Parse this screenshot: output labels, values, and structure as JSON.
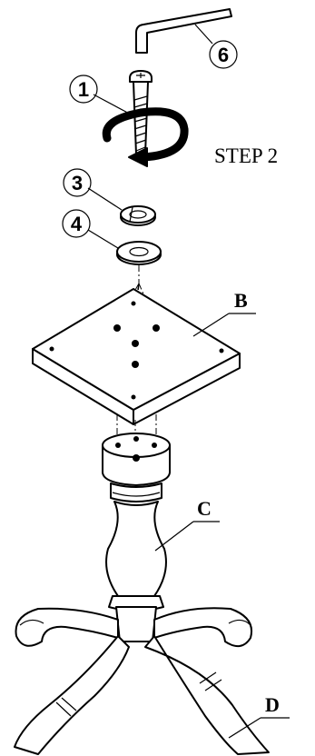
{
  "step_label": "STEP 2",
  "callouts": {
    "bolt": "1",
    "lock_washer": "3",
    "flat_washer": "4",
    "allen_key": "6"
  },
  "parts": {
    "plate": "B",
    "pedestal": "C",
    "legs": "D"
  }
}
